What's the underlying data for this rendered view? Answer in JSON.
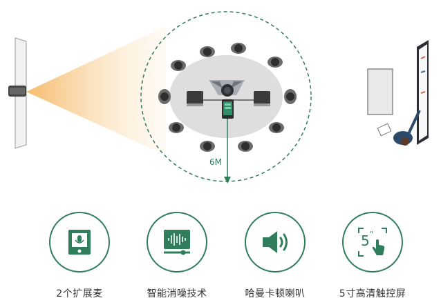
{
  "scene": {
    "distance_label": "6M",
    "colors": {
      "accent": "#2f7d5a",
      "room": "#dddddd",
      "beam": "#f7c98c"
    }
  },
  "features": [
    {
      "label": "2个扩展麦",
      "icon": "tablet-mic-icon"
    },
    {
      "label": "智能消噪技术",
      "icon": "noise-cancel-monitor-icon"
    },
    {
      "label": "哈曼卡顿喇叭",
      "icon": "speaker-icon"
    },
    {
      "label": "5寸高清触控屏",
      "icon": "touch-screen-icon"
    }
  ]
}
